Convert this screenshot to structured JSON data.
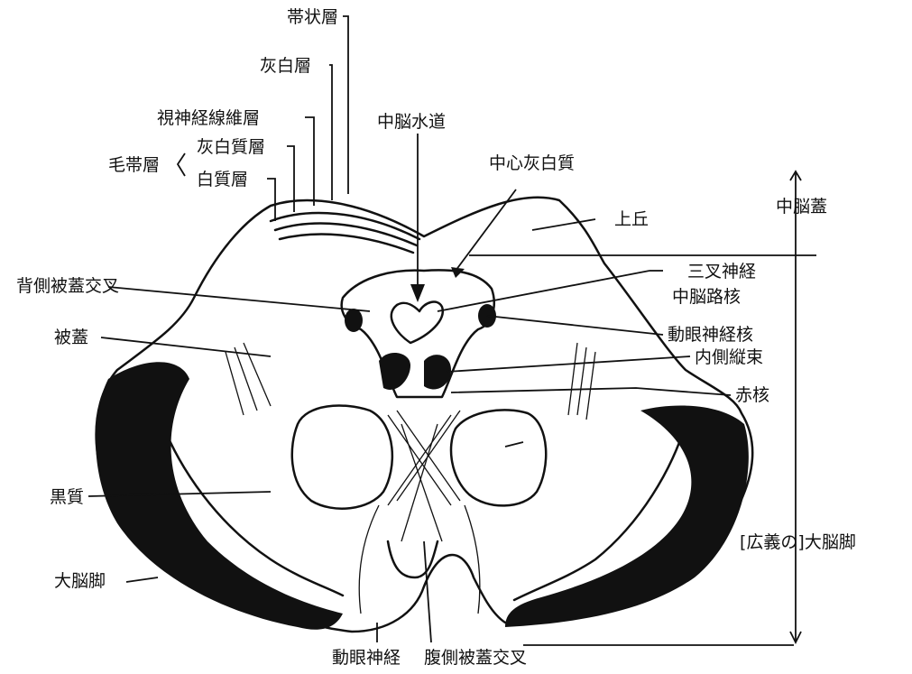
{
  "labels": {
    "taijo": "帯状層",
    "kaihaku": "灰白層",
    "shishinkei": "視神経線維層",
    "motai_kaihakushitsu": "灰白質層",
    "motai_group": "毛帯層",
    "hakushitsu": "白質層",
    "chunou_suido": "中脳水道",
    "chushin_kaihakushitsu": "中心灰白質",
    "jokyu": "上丘",
    "chunou_gai": "中脳蓋",
    "haisoku": "背側被蓋交叉",
    "hifuku": "被蓋",
    "sansa_1": "三叉神経",
    "sansa_2": "中脳路核",
    "dougan_kaku": "動眼神経核",
    "naisoku": "内側縦束",
    "sekikaku": "赤核",
    "kokushitsu": "黒質",
    "daino_kyaku_broad": "[広義の]大脳脚",
    "daino_kyaku": "大脳脚",
    "dougan_shinkei": "動眼神経",
    "fukusoku": "腹側被蓋交叉"
  },
  "colors": {
    "ink": "#111111",
    "paper": "#ffffff"
  }
}
